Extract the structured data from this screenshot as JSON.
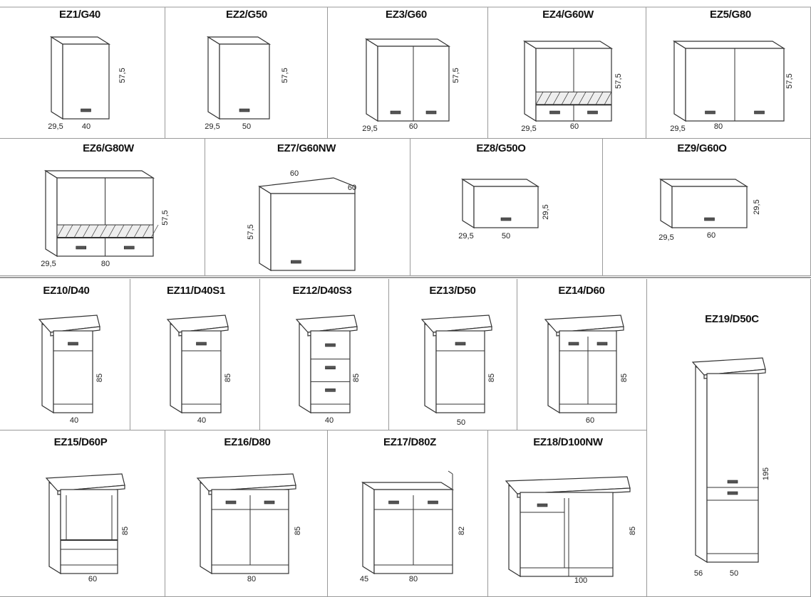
{
  "cabinets": [
    {
      "code": "EZ1/G40",
      "depth": "29,5",
      "width": "40",
      "height": "57,5"
    },
    {
      "code": "EZ2/G50",
      "depth": "29,5",
      "width": "50",
      "height": "57,5"
    },
    {
      "code": "EZ3/G60",
      "depth": "29,5",
      "width": "60",
      "height": "57,5"
    },
    {
      "code": "EZ4/G60W",
      "depth": "29,5",
      "width": "60",
      "height": "57,5"
    },
    {
      "code": "EZ5/G80",
      "depth": "29,5",
      "width": "80",
      "height": "57,5"
    },
    {
      "code": "EZ6/G80W",
      "depth": "29,5",
      "width": "80",
      "height": "57,5"
    },
    {
      "code": "EZ7/G60NW",
      "depth": "60",
      "width": "60",
      "height": "57,5"
    },
    {
      "code": "EZ8/G50O",
      "depth": "29,5",
      "width": "50",
      "height": "29,5"
    },
    {
      "code": "EZ9/G60O",
      "depth": "29,5",
      "width": "60",
      "height": "29,5"
    },
    {
      "code": "EZ10/D40",
      "width": "40",
      "height": "85"
    },
    {
      "code": "EZ11/D40S1",
      "width": "40",
      "height": "85"
    },
    {
      "code": "EZ12/D40S3",
      "width": "40",
      "height": "85"
    },
    {
      "code": "EZ13/D50",
      "width": "50",
      "height": "85"
    },
    {
      "code": "EZ14/D60",
      "width": "60",
      "height": "85"
    },
    {
      "code": "EZ15/D60P",
      "width": "60",
      "height": "85"
    },
    {
      "code": "EZ16/D80",
      "width": "80",
      "height": "85"
    },
    {
      "code": "EZ17/D80Z",
      "depth": "45",
      "width": "80",
      "height": "82"
    },
    {
      "code": "EZ18/D100NW",
      "width": "100",
      "height": "85"
    },
    {
      "code": "EZ19/D50C",
      "depth": "56",
      "width": "50",
      "height": "195"
    }
  ]
}
